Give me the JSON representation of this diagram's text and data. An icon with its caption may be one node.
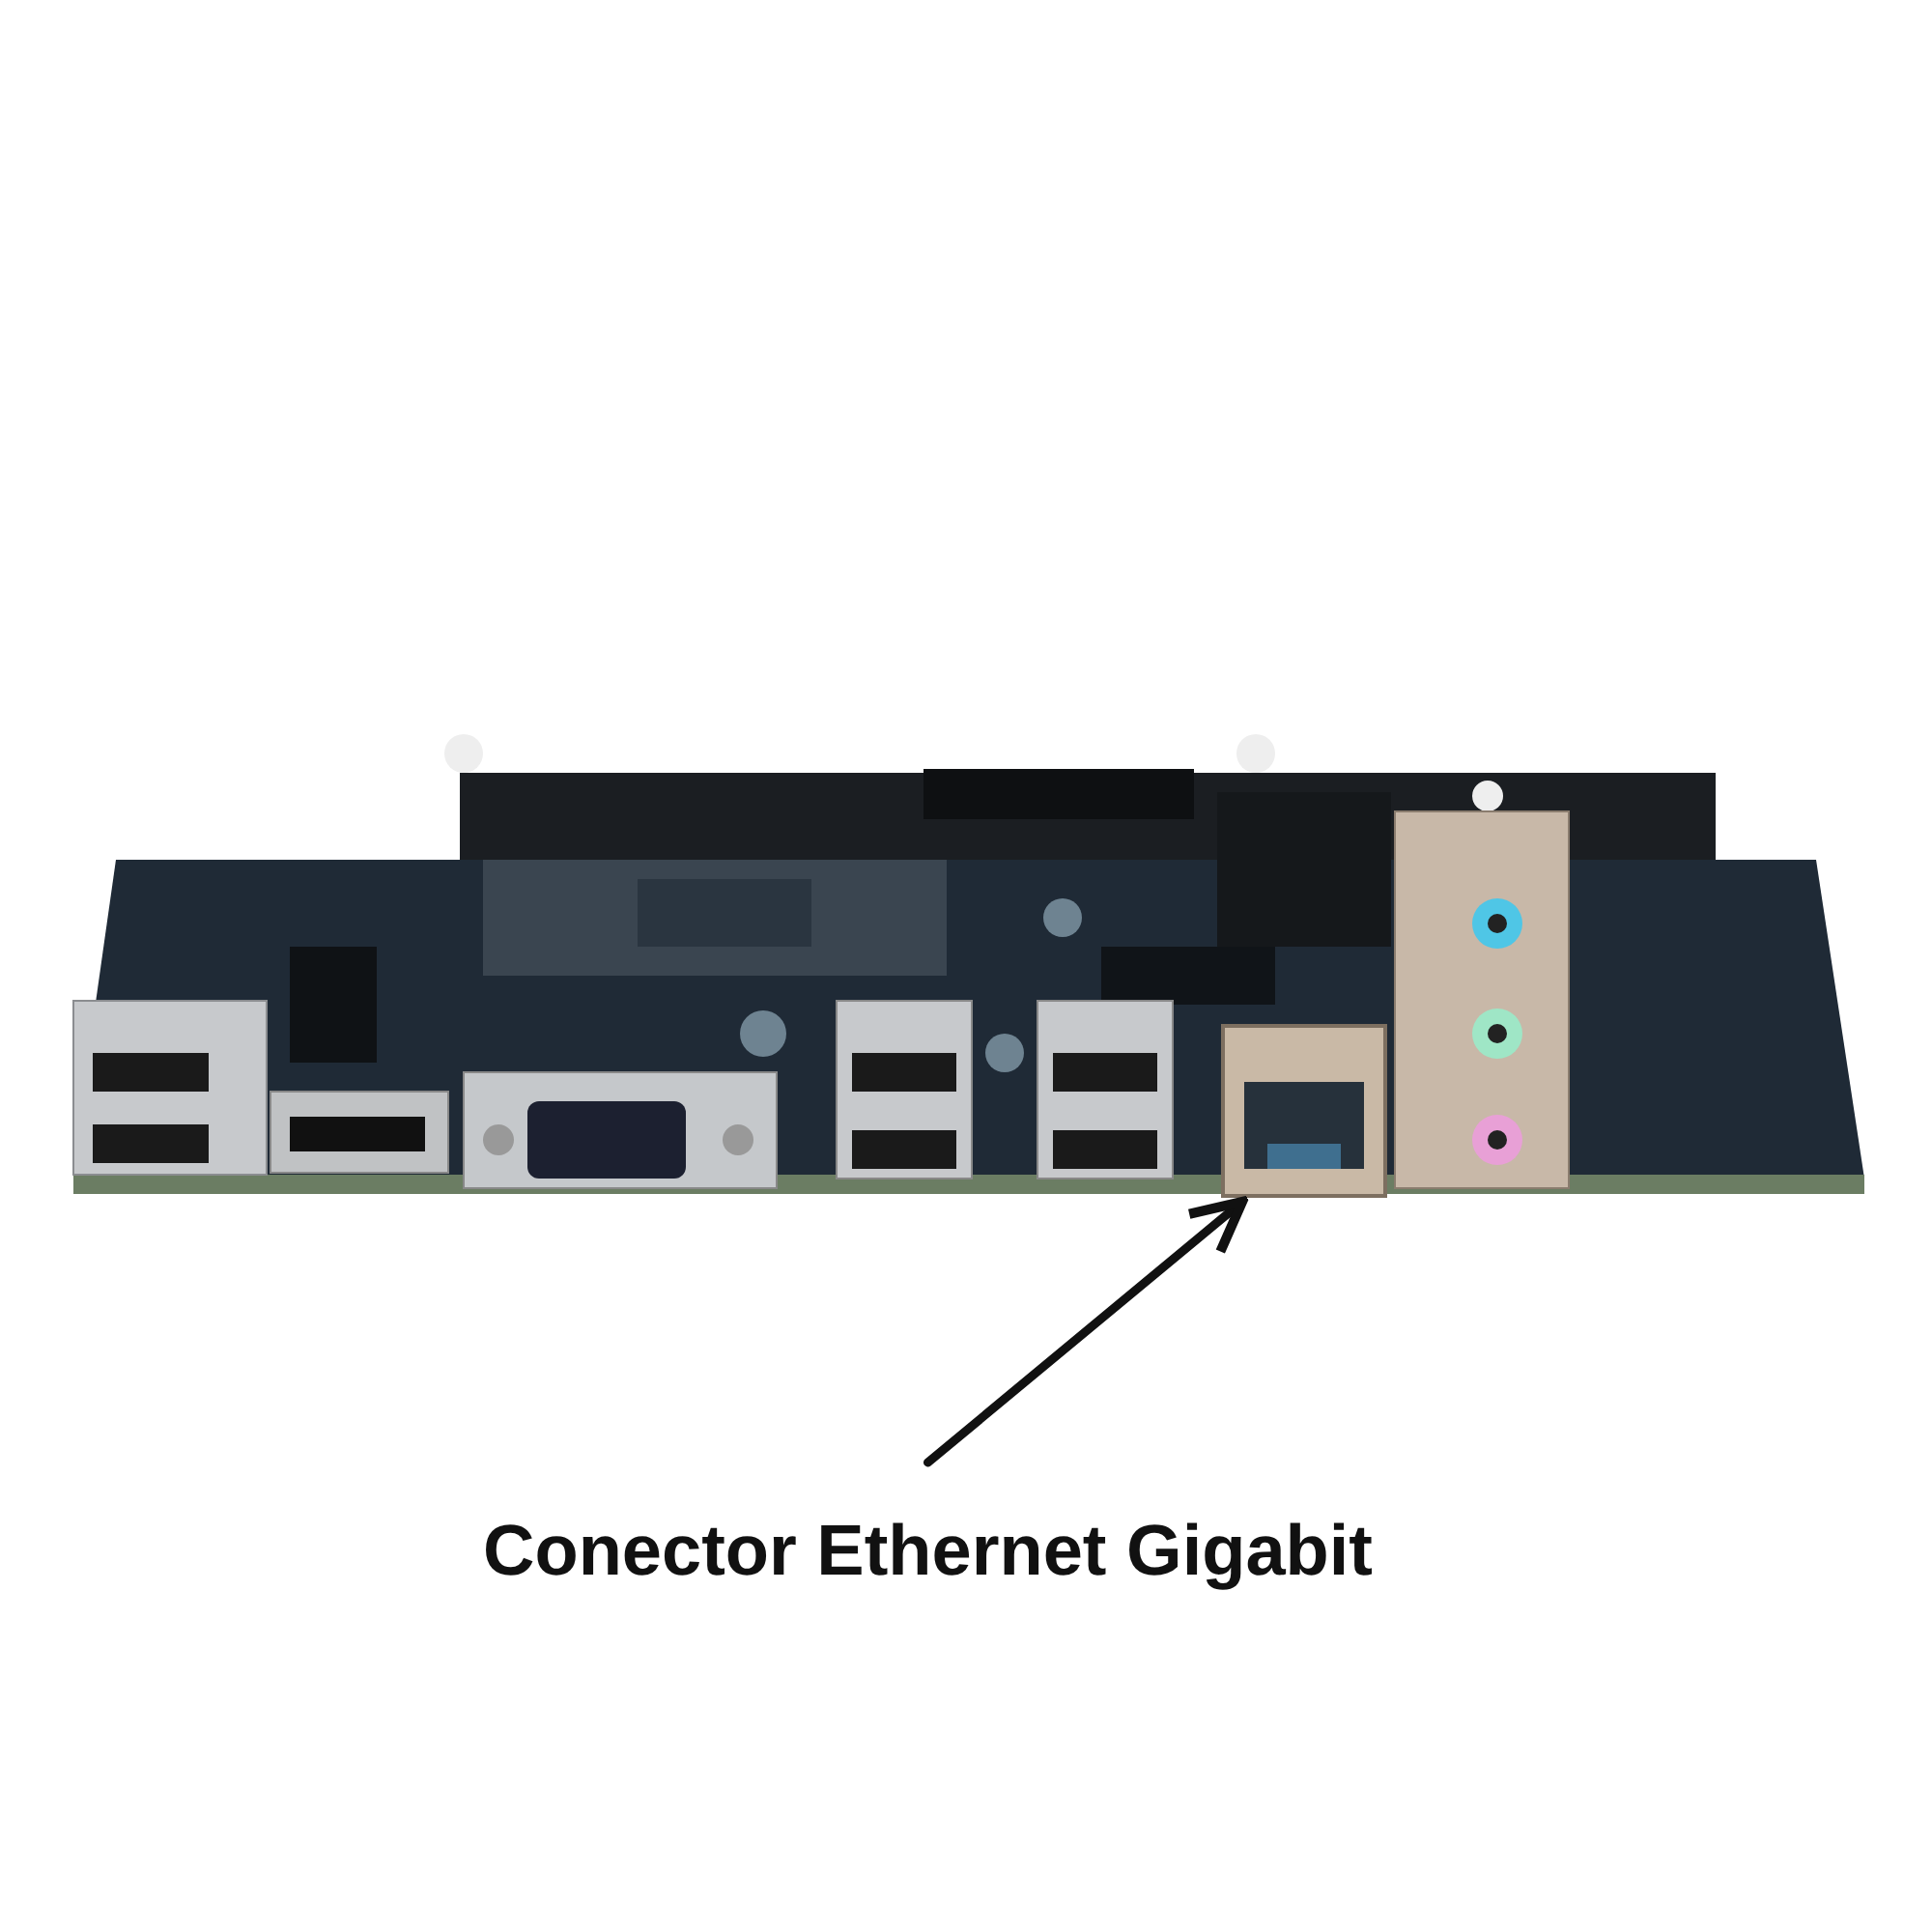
{
  "diagram": {
    "nodes": [
      {
        "text": [
          "Conector Ethernet Gigabit"
        ]
      },
      {
        "text": [],
        "shape": "picture"
      }
    ],
    "edges": [
      {
        "from": 0,
        "to": 1,
        "arrow": "to"
      }
    ]
  }
}
